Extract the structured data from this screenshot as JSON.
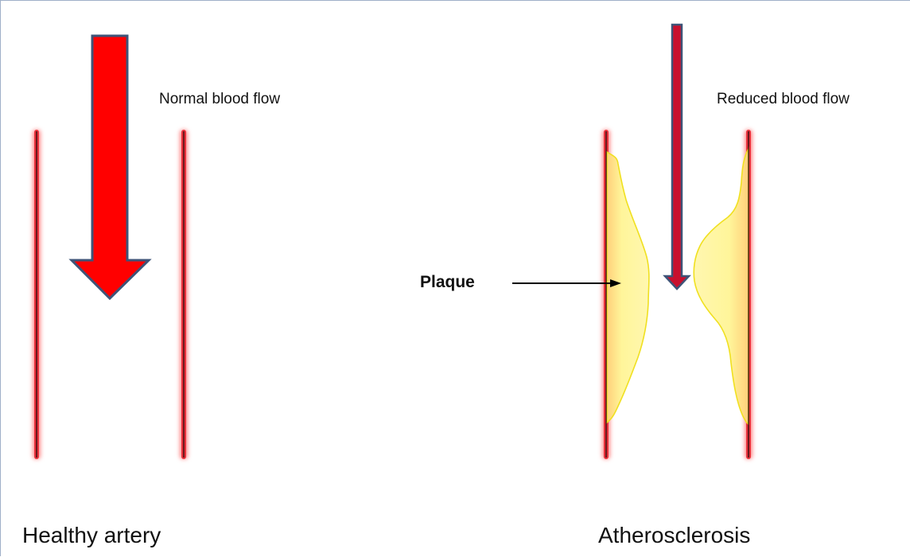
{
  "healthy": {
    "flow_label": "Normal blood flow",
    "caption": "Healthy artery"
  },
  "diseased": {
    "flow_label": "Reduced blood flow",
    "caption": "Atherosclerosis",
    "plaque_label": "Plaque"
  },
  "colors": {
    "artery_wall": "#e8323c",
    "artery_glow": "#ff8a8a",
    "artery_core": "#2a0a0a",
    "flow_arrow_fill": "#ff0000",
    "flow_arrow_outline": "#3e5478",
    "narrow_arrow_fill": "#c8102e",
    "plaque_fill": "#fff59a",
    "plaque_outline": "#f0e020",
    "pointer": "#000000",
    "frame_border": "#9fb0c8"
  }
}
